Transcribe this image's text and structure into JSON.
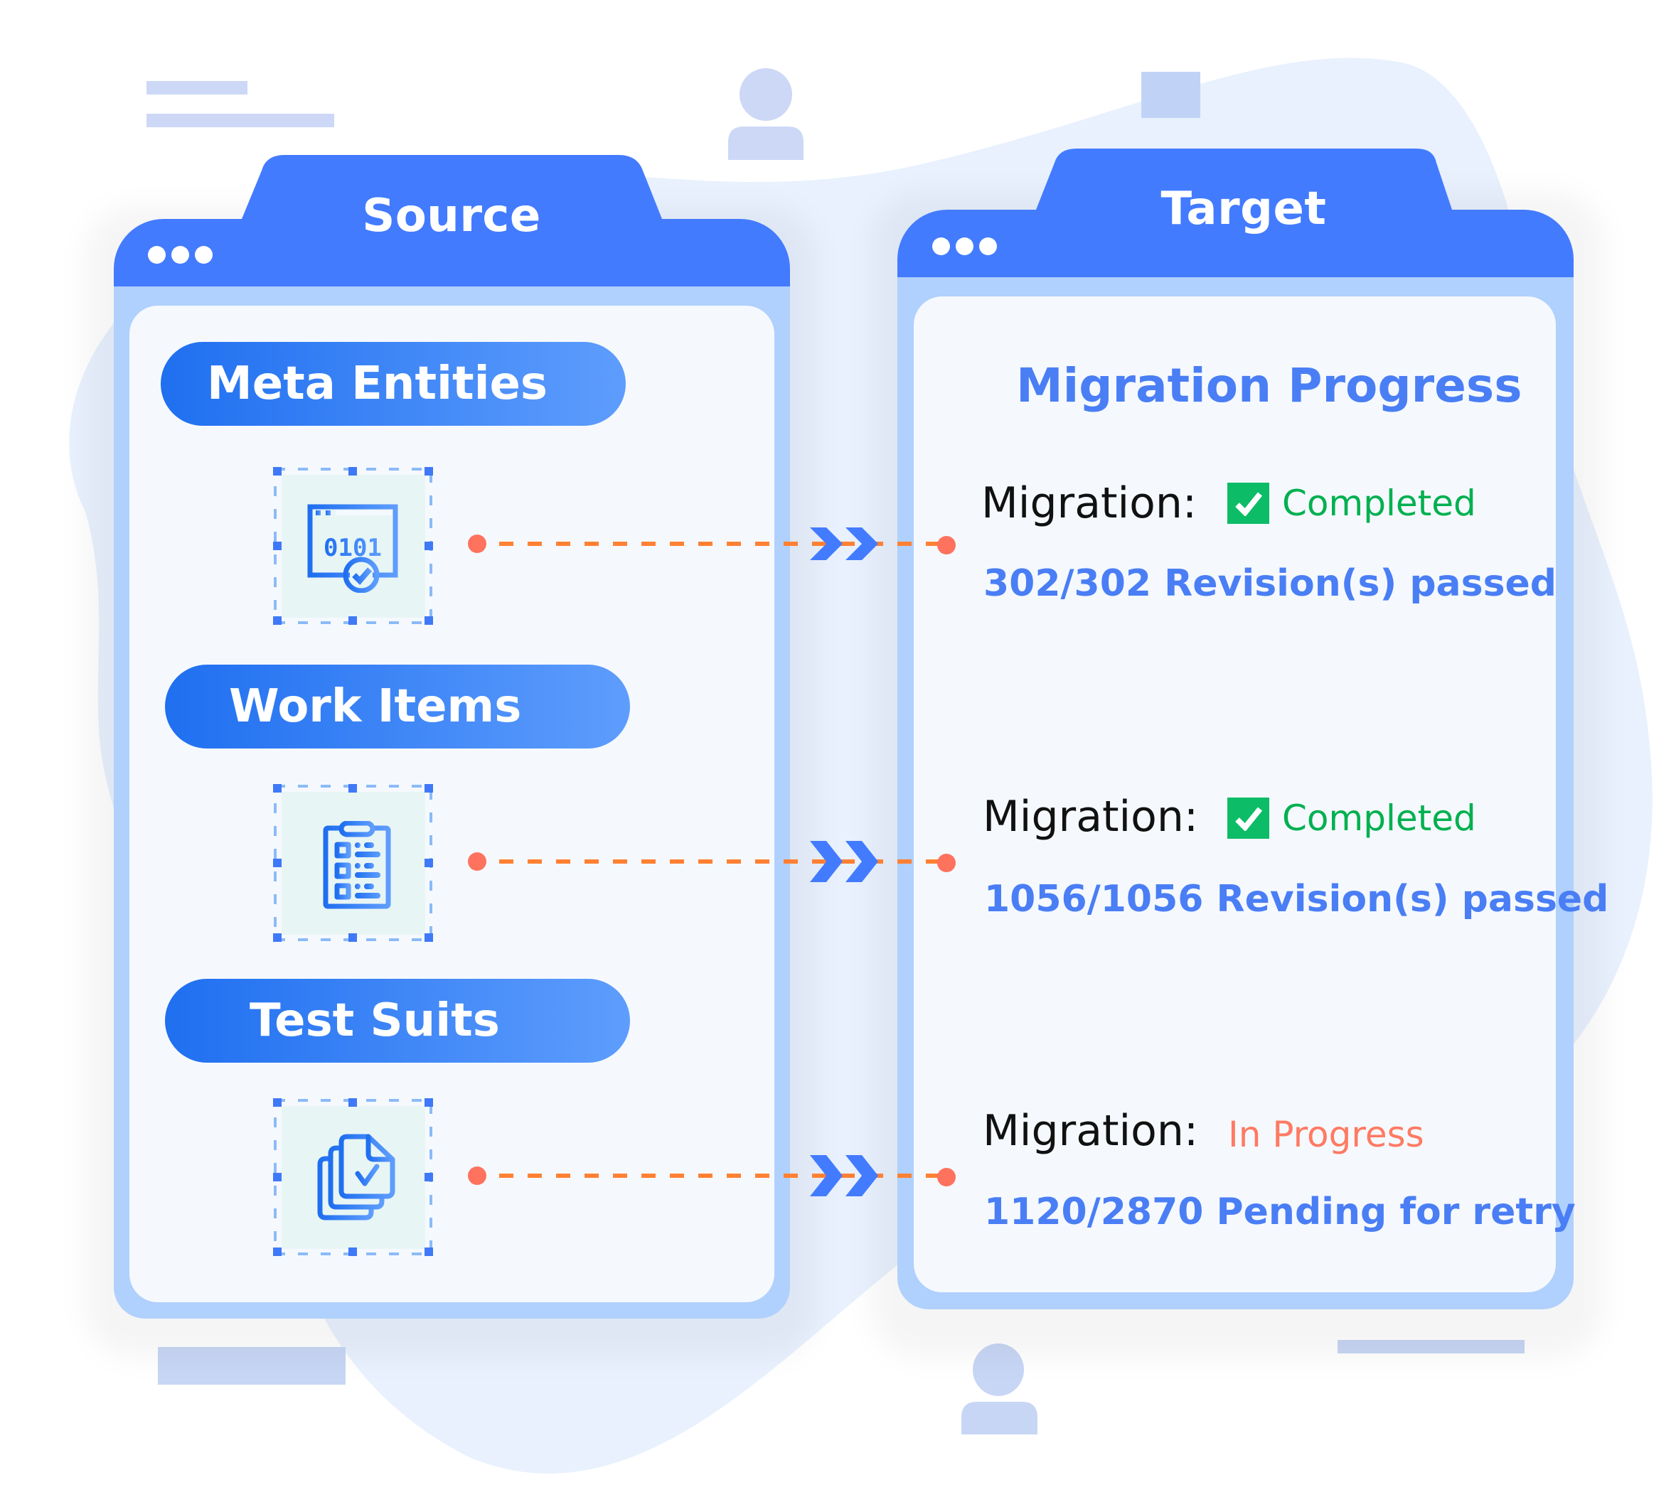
{
  "source": {
    "title": "Source",
    "items": [
      {
        "label": "Meta Entities",
        "icon": "binary-window-check-icon"
      },
      {
        "label": "Work Items",
        "icon": "clipboard-checklist-icon"
      },
      {
        "label": "Test Suits",
        "icon": "stacked-documents-check-icon"
      }
    ]
  },
  "target": {
    "title": "Target",
    "heading": "Migration Progress",
    "rows": [
      {
        "label": "Migration:",
        "status": "Completed",
        "status_type": "completed",
        "detail": "302/302 Revision(s) passed"
      },
      {
        "label": "Migration:",
        "status": "Completed",
        "status_type": "completed",
        "detail": "1056/1056 Revision(s) passed"
      },
      {
        "label": "Migration:",
        "status": "In Progress",
        "status_type": "in-progress",
        "detail": "1120/2870 Pending for retry"
      }
    ]
  },
  "colors": {
    "header_blue": "#437bff",
    "frame_blue": "#b0d0fd",
    "text_blue": "#4a7ef5",
    "completed_green": "#00b04f",
    "checkbox_green": "#0cbc67",
    "in_progress_red": "#ff7a63",
    "connector_orange": "#ff8033",
    "connector_dot": "#ff725e"
  }
}
